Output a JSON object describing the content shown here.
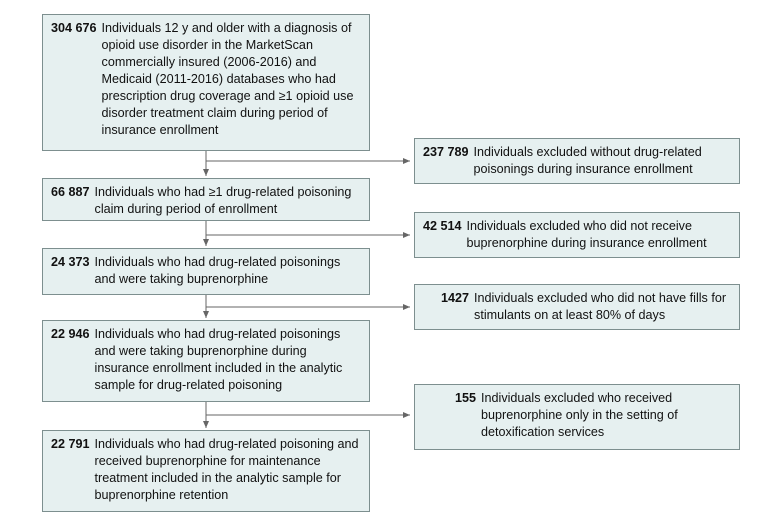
{
  "flow": {
    "main": [
      {
        "count": "304 676",
        "text": "Individuals 12 y and older with a diagnosis of opioid use disorder in the MarketScan commercially insured (2006-2016) and Medicaid (2011-2016) databases who had prescription drug coverage and ≥1 opioid use disorder treatment claim during period of insurance enrollment"
      },
      {
        "count": "66 887",
        "text": "Individuals who had ≥1 drug-related poisoning claim during period of enrollment"
      },
      {
        "count": "24 373",
        "text": "Individuals who had drug-related poisonings and were taking buprenorphine"
      },
      {
        "count": "22 946",
        "text": "Individuals who had drug-related poisonings and were taking buprenorphine during insurance enrollment included in the analytic sample for drug-related poisoning"
      },
      {
        "count": "22 791",
        "text": "Individuals who had drug-related poisoning and received buprenorphine for maintenance treatment included in the analytic sample for buprenorphine retention"
      }
    ],
    "excluded": [
      {
        "count": "237 789",
        "text": "Individuals excluded without drug-related poisonings during insurance enrollment"
      },
      {
        "count": "42 514",
        "text": "Individuals excluded who did not receive buprenorphine during insurance enrollment"
      },
      {
        "count": "1427",
        "text": "Individuals excluded who did not have fills for stimulants on at least 80% of days"
      },
      {
        "count": "155",
        "text": "Individuals excluded who received buprenorphine only in the setting of detoxification services"
      }
    ]
  }
}
